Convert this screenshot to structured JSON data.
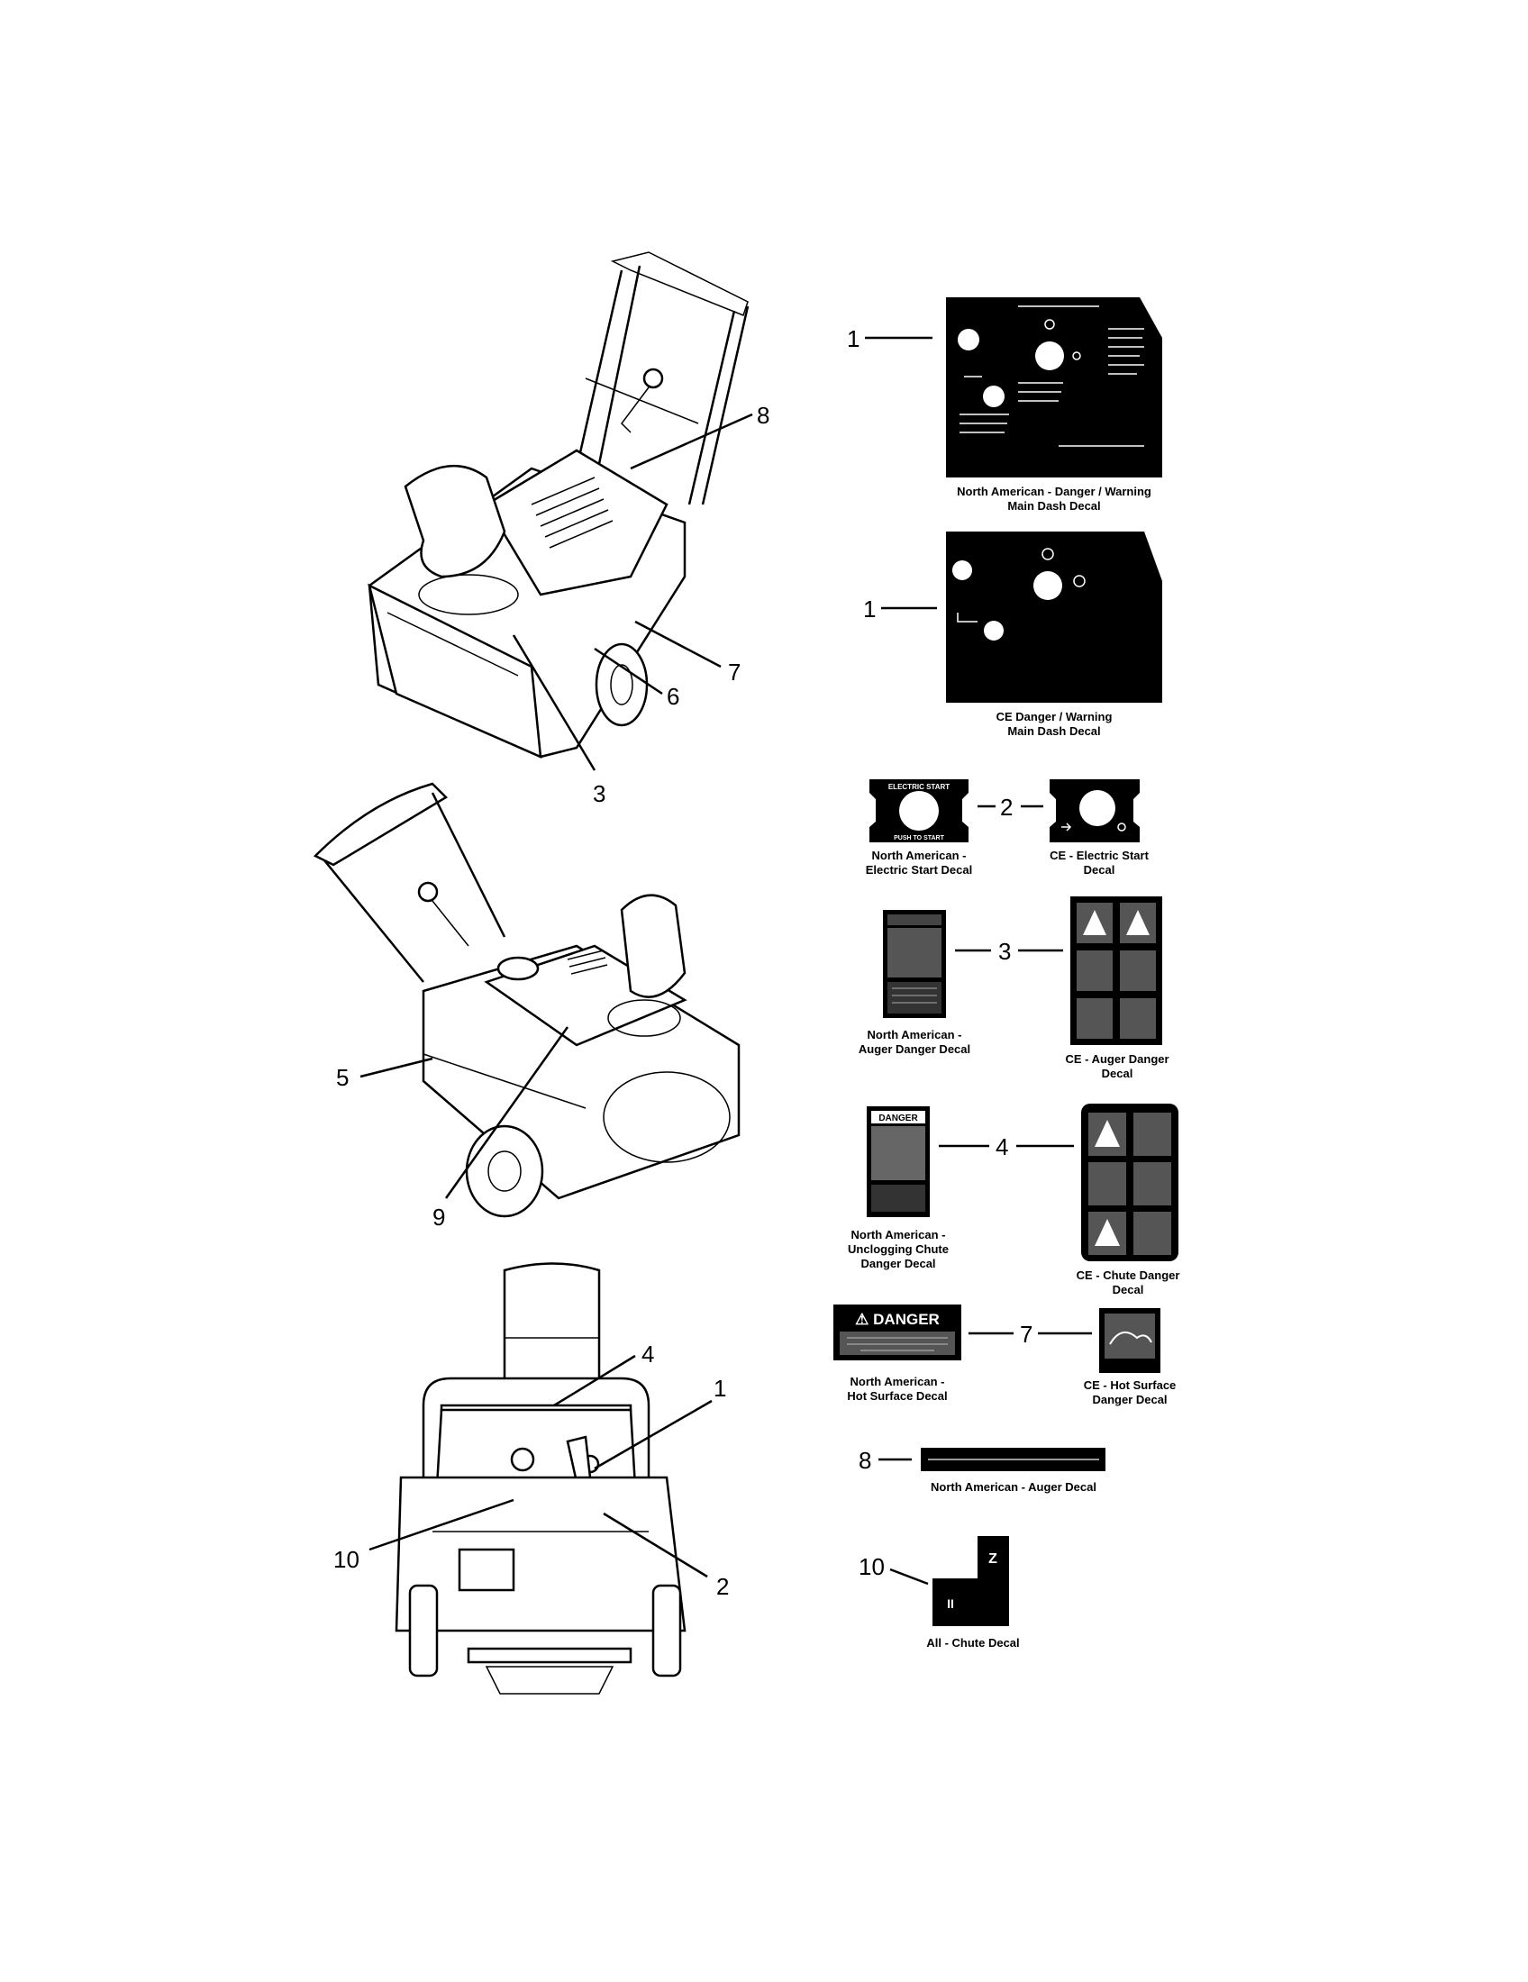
{
  "callouts": {
    "view1": [
      "8",
      "7",
      "6",
      "3"
    ],
    "view2": [
      "5",
      "9"
    ],
    "view3": [
      "4",
      "1",
      "10",
      "2"
    ],
    "decals": [
      "1",
      "1",
      "2",
      "3",
      "4",
      "7",
      "8",
      "10"
    ]
  },
  "decals": {
    "na_main_dash": {
      "caption_line1": "North American - Danger / Warning",
      "caption_line2": "Main Dash Decal"
    },
    "ce_main_dash": {
      "caption_line1": "CE   Danger / Warning",
      "caption_line2": "Main Dash Decal"
    },
    "na_electric_start": {
      "caption_line1": "North American -",
      "caption_line2": "Electric Start Decal",
      "top_text": "ELECTRIC START",
      "bottom_text": "PUSH TO START"
    },
    "ce_electric_start": {
      "caption_line1": "CE - Electric Start",
      "caption_line2": "Decal"
    },
    "na_auger_danger": {
      "caption_line1": "North American -",
      "caption_line2": "Auger Danger Decal"
    },
    "ce_auger_danger": {
      "caption_line1": "CE - Auger Danger",
      "caption_line2": "Decal"
    },
    "na_chute_danger": {
      "caption_line1": "North American -",
      "caption_line2": "Unclogging Chute",
      "caption_line3": "Danger Decal",
      "header_text": "DANGER"
    },
    "ce_chute_danger": {
      "caption_line1": "CE - Chute Danger",
      "caption_line2": "Decal"
    },
    "na_hot_surface": {
      "caption_line1": "North American -",
      "caption_line2": "Hot Surface Decal",
      "header_text": "⚠ DANGER"
    },
    "ce_hot_surface": {
      "caption_line1": "CE - Hot Surface",
      "caption_line2": "Danger Decal"
    },
    "na_auger": {
      "caption": "North American - Auger Decal"
    },
    "all_chute": {
      "caption": "All - Chute Decal",
      "top_letter": "Z",
      "bottom_letter": "II"
    }
  }
}
